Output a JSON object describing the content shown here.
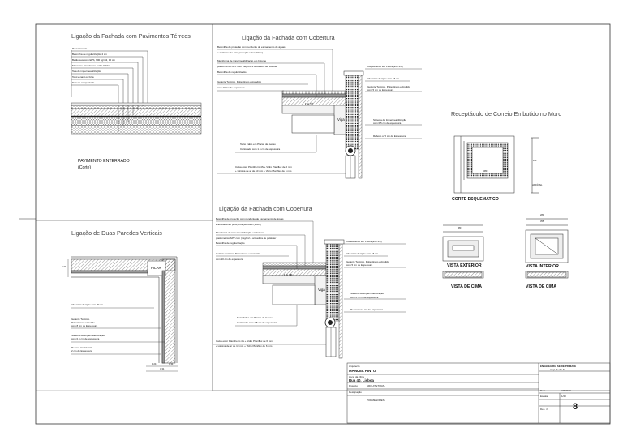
{
  "titles": {
    "t1": "Ligação da Fachada com Pavimentos Térreos",
    "t2": "Ligação da Fachada com Cobertura",
    "t3": "Receptáculo de Correio Embutido no Muro",
    "t4": "Ligação de Duas Paredes Verticais",
    "t5": "Ligação da Fachada com Cobertura"
  },
  "pavimento": {
    "layers": [
      "Revestimento",
      "Betonilha de regularização 4 cm",
      "Betão leve com EPS, 600 kg/m3, 10 cm",
      "Massame armado em betão 0.10m",
      "Tela de impermeabilização",
      "Tout-venant ou brita",
      "Terreno compactado"
    ],
    "caption": "PAVIMENTO ENTERRADO",
    "subcaption": "(Corte)"
  },
  "cobertura": {
    "left_labels": [
      "Betonilha de proteção com pendente de escoamento de águas",
      "e acabamento para proteção solar (10cm)",
      "Membrana de impermeabilização em betume",
      "plastomérico APP com (4kg/m2 e armadura de poliéster",
      "Betonilha de regularização",
      "Isolante Térmico. Poliestireno expandido",
      "com 10 cm de espessura"
    ],
    "right_labels": [
      "Capeamento em Pedra (inc=1%)",
      "Alvenaria de tijolo com 15 cm",
      "Isolante Térmico. Poliestireno extrudido",
      "com 5 cm de Espessura",
      "Sistema de Impermeabilização",
      "com 0.5 cm de espessura",
      "Reboco c/ 2 cm de Espessura"
    ],
    "inner": [
      "LAJE",
      "Viga"
    ],
    "bottom_labels": [
      "Tecto Falso em Placas de Gesso",
      "Cartonado com 1.5 cm de espessura"
    ],
    "foot_labels": [
      "Caixa estor Planitherm 4S + Vidro Planiflex de 6 mm",
      "+ Lâmina de ar de 10 mm + Vidro Planiflex de 6 mm"
    ]
  },
  "correio": {
    "corte_caption": "CORTE ESQUEMATICO",
    "views": [
      "VISTA EXTERIOR",
      "VISTA INTERIOR"
    ],
    "view_captions": [
      "VISTA DE CIMA",
      "VISTA DE CIMA"
    ],
    "dims": [
      "380",
      "160",
      "380",
      "280",
      "355"
    ],
    "note": "VARIÁVEL"
  },
  "paredes": {
    "pilar": "PILAR",
    "labels": [
      "Alvenaria de tijolo com 30 cm",
      "Isolante Térmico.",
      "Poliestireno extrudido",
      "com 8 cm de Espessura",
      "Sistema de Impermeabilização",
      "com 0.5 cm de espessura",
      "Reboco tradicional",
      "2 cm de Espessura"
    ],
    "dims": [
      "1.24",
      "0.31",
      "3.31",
      "0.31"
    ]
  },
  "title_block": {
    "firm_line1": "ENGENHARIA SERIE PRIMAVE",
    "firm_line2": "Arqa Pedro M.",
    "arquitecto_label": "Arquitecto",
    "arquitecto": "MANUEL PINTO",
    "local_label": "Local da Obra",
    "local": "Rua 40, Lisboa",
    "projecto_label": "Projecto",
    "projecto": "ARQUITETURA",
    "designacao_label": "Designação",
    "designacao": "PORMENORES",
    "data_label": "Data",
    "data": "2/3/2023",
    "escala_label": "Escala",
    "escala": "1/20",
    "des_label": "Des. nº",
    "des": "8"
  }
}
